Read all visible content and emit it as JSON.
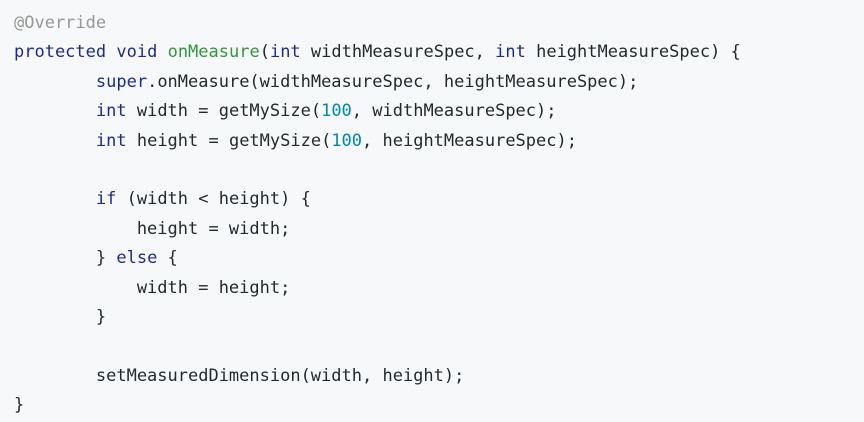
{
  "colors": {
    "background": "#f6f8fa",
    "annotation": "#969896",
    "keyword": "#1c2c8c",
    "function_name": "#32963c",
    "number": "#0086b3",
    "text": "#24292e"
  },
  "code": {
    "lines": [
      [
        {
          "t": "@Override",
          "k": "annotation"
        }
      ],
      [
        {
          "t": "protected",
          "k": "keyword"
        },
        {
          "t": " ",
          "k": "plain"
        },
        {
          "t": "void",
          "k": "type"
        },
        {
          "t": " ",
          "k": "plain"
        },
        {
          "t": "onMeasure",
          "k": "func"
        },
        {
          "t": "(",
          "k": "plain"
        },
        {
          "t": "int",
          "k": "type"
        },
        {
          "t": " widthMeasureSpec, ",
          "k": "plain"
        },
        {
          "t": "int",
          "k": "type"
        },
        {
          "t": " heightMeasureSpec) {",
          "k": "plain"
        }
      ],
      [
        {
          "t": "        ",
          "k": "plain"
        },
        {
          "t": "super",
          "k": "keyword"
        },
        {
          "t": ".onMeasure(widthMeasureSpec, heightMeasureSpec);",
          "k": "plain"
        }
      ],
      [
        {
          "t": "        ",
          "k": "plain"
        },
        {
          "t": "int",
          "k": "type"
        },
        {
          "t": " width = getMySize(",
          "k": "plain"
        },
        {
          "t": "100",
          "k": "number"
        },
        {
          "t": ", widthMeasureSpec);",
          "k": "plain"
        }
      ],
      [
        {
          "t": "        ",
          "k": "plain"
        },
        {
          "t": "int",
          "k": "type"
        },
        {
          "t": " height = getMySize(",
          "k": "plain"
        },
        {
          "t": "100",
          "k": "number"
        },
        {
          "t": ", heightMeasureSpec);",
          "k": "plain"
        }
      ],
      [],
      [
        {
          "t": "        ",
          "k": "plain"
        },
        {
          "t": "if",
          "k": "keyword"
        },
        {
          "t": " (width < height) {",
          "k": "plain"
        }
      ],
      [
        {
          "t": "            height = width;",
          "k": "plain"
        }
      ],
      [
        {
          "t": "        } ",
          "k": "plain"
        },
        {
          "t": "else",
          "k": "keyword"
        },
        {
          "t": " {",
          "k": "plain"
        }
      ],
      [
        {
          "t": "            width = height;",
          "k": "plain"
        }
      ],
      [
        {
          "t": "        }",
          "k": "plain"
        }
      ],
      [],
      [
        {
          "t": "        setMeasuredDimension(width, height);",
          "k": "plain"
        }
      ],
      [
        {
          "t": "}",
          "k": "plain"
        }
      ]
    ]
  }
}
